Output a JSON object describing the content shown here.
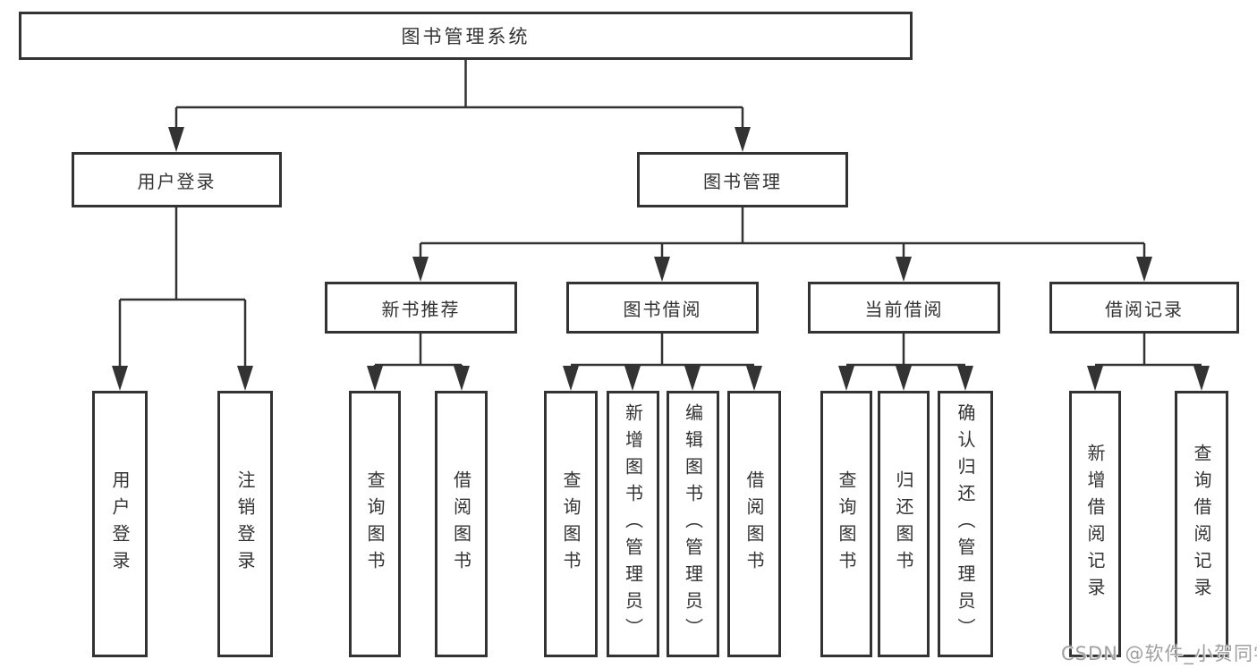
{
  "diagram": {
    "type": "hierarchy-tree",
    "root": {
      "label": "图书管理系统",
      "children": [
        {
          "label": "用户登录",
          "children": [
            {
              "label": "用户登录"
            },
            {
              "label": "注销登录"
            }
          ]
        },
        {
          "label": "图书管理",
          "children": [
            {
              "label": "新书推荐",
              "children": [
                {
                  "label": "查询图书"
                },
                {
                  "label": "借阅图书"
                }
              ]
            },
            {
              "label": "图书借阅",
              "children": [
                {
                  "label": "查询图书"
                },
                {
                  "label": "新增图书（管理员）"
                },
                {
                  "label": "编辑图书（管理员）"
                },
                {
                  "label": "借阅图书"
                }
              ]
            },
            {
              "label": "当前借阅",
              "children": [
                {
                  "label": "查询图书"
                },
                {
                  "label": "归还图书"
                },
                {
                  "label": "确认归还（管理员）"
                }
              ]
            },
            {
              "label": "借阅记录",
              "children": [
                {
                  "label": "新增借阅记录"
                },
                {
                  "label": "查询借阅记录"
                }
              ]
            }
          ]
        }
      ]
    },
    "colors": {
      "line": "#333333",
      "text": "#333333",
      "box_background": "#ffffff",
      "watermark_text": "#a0a0a0"
    }
  },
  "watermark": {
    "text": "CSDN @软件_小贺同学"
  }
}
